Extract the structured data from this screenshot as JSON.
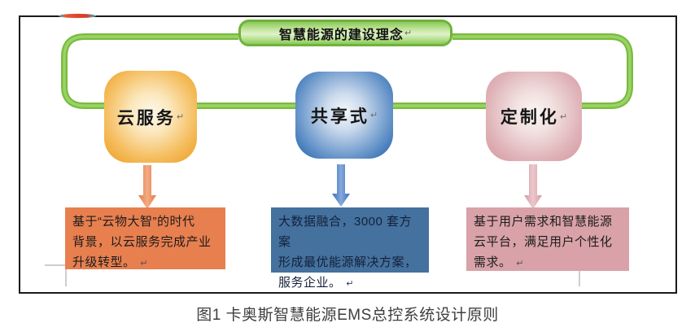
{
  "banner": {
    "label": "智慧能源的建设理念",
    "return_mark": "↵"
  },
  "nodes": [
    {
      "id": "cloud-service",
      "label": "云服务",
      "return_mark": "↵",
      "node_color": "#EFA835",
      "arrow_color": "#E9895B",
      "desc_bg": "#E87F4F",
      "description": "基于“云物大智”的时代\n背景，以云服务完成产业\n升级转型。"
    },
    {
      "id": "shared-mode",
      "label": "共享式",
      "return_mark": "↵",
      "node_color": "#2F6BB0",
      "arrow_color": "#4176BC",
      "desc_bg": "#44719E",
      "description": "大数据融合，3000 套方案\n形成最优能源解决方案，\n服务企业。"
    },
    {
      "id": "customized",
      "label": "定制化",
      "return_mark": "↵",
      "node_color": "#D49BA3",
      "arrow_color": "#D9A3AA",
      "desc_bg": "#D8A2A8",
      "description": "基于用户需求和智慧能源\n云平台，满足用户个性化\n需求。"
    }
  ],
  "caption": "图1 卡奥斯智慧能源EMS总控系统设计原则",
  "colors": {
    "connector_green": "#7FC14A",
    "banner_border_green": "#6FB33B",
    "frame_border": "#1B1B1B"
  }
}
